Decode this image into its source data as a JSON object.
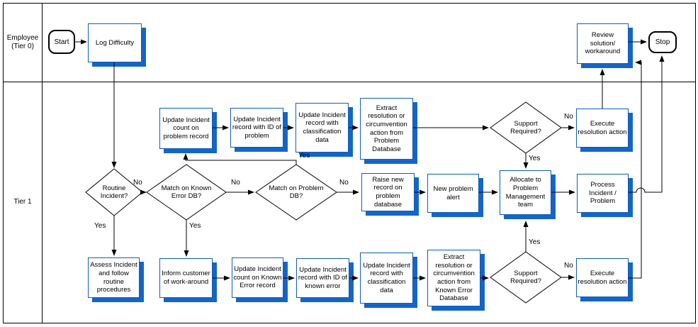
{
  "colors": {
    "node_border": "#0f5fba",
    "node_shadow": "#1565c8",
    "line": "#000000",
    "text": "#000000",
    "background": "#ffffff"
  },
  "lanes": [
    {
      "label": "Employee (Tier 0)"
    },
    {
      "label": "Tier 1"
    }
  ],
  "terminators": {
    "start": "Start",
    "stop": "Stop"
  },
  "nodes": {
    "log_difficulty": "Log Difficulty",
    "review_solution": "Review solution/ workaround",
    "execute_top": "Execute resolution action",
    "update_count_problem": "Update Incident count on problem record",
    "update_id_problem": "Update Incident record with ID of problem",
    "update_class_top": "Update Incident record with classification data",
    "extract_problem": "Extract resolution or circumvention action from Problem Database",
    "raise_new_record": "Raise new record on problem database",
    "new_problem_alert": "New problem alert",
    "allocate_team": "Allocate to Problem Management team",
    "process_incident": "Process Incident / Problem",
    "assess_incident": "Assess Incident and follow routine procedures",
    "inform_customer": "Inform customer of work-around",
    "update_count_known_error": "Update Incident count on Known Error record",
    "update_id_known_error": "Update Incident record with ID of known error",
    "update_class_bottom": "Update Incident record with classification data",
    "extract_known_error": "Extract resolution or circumvention action from Known Error Database",
    "execute_bottom": "Execute resolution action"
  },
  "decisions": {
    "routine_incident": "Routine Incident?",
    "match_known_error_db": "Match on Known Error DB?",
    "match_problem_db": "Match on Problem DB?",
    "support_required_top": "Support Required?",
    "support_required_bottom": "Support Required?"
  },
  "edge_labels": {
    "routine_no": "No",
    "routine_yes": "Yes",
    "known_error_no": "No",
    "known_error_yes": "Yes",
    "problem_db_no": "No",
    "problem_db_yes": "Yes",
    "support_top_no": "No",
    "support_top_yes": "Yes",
    "support_bottom_no": "No",
    "support_bottom_yes": "Yes"
  }
}
